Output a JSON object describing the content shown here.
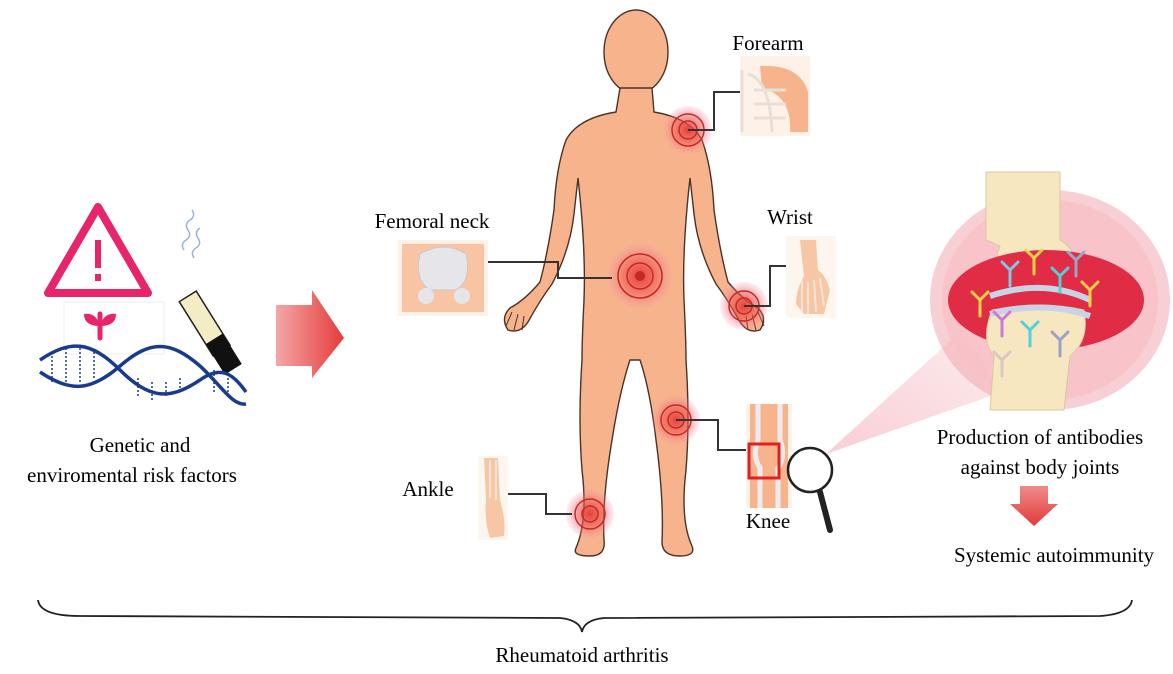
{
  "labels": {
    "forearm": "Forearm",
    "femoral_neck": "Femoral neck",
    "wrist": "Wrist",
    "ankle": "Ankle",
    "knee": "Knee",
    "risk_line1": "Genetic and",
    "risk_line2": "enviromental risk factors",
    "antibodies_line1": "Production of antibodies",
    "antibodies_line2": "against body joints",
    "systemic": "Systemic autoimmunity",
    "disease": "Rheumatoid arthritis",
    "warning_mark": "!"
  },
  "colors": {
    "skin": "#f7b48c",
    "skin_outline": "#3a2a22",
    "warning": "#e8246c",
    "arrow_red": "#e84a4a",
    "inflammation": "#e53935",
    "dna": "#1a3a8c",
    "joint_pink": "#f2a7b0",
    "cartilage": "#f6e7c1",
    "bone_orange": "#f7b48c"
  },
  "icons": [
    "warning-triangle-icon",
    "plant-icon",
    "cigarette-icon",
    "dna-icon",
    "magnifier-icon",
    "antibody-icon"
  ]
}
